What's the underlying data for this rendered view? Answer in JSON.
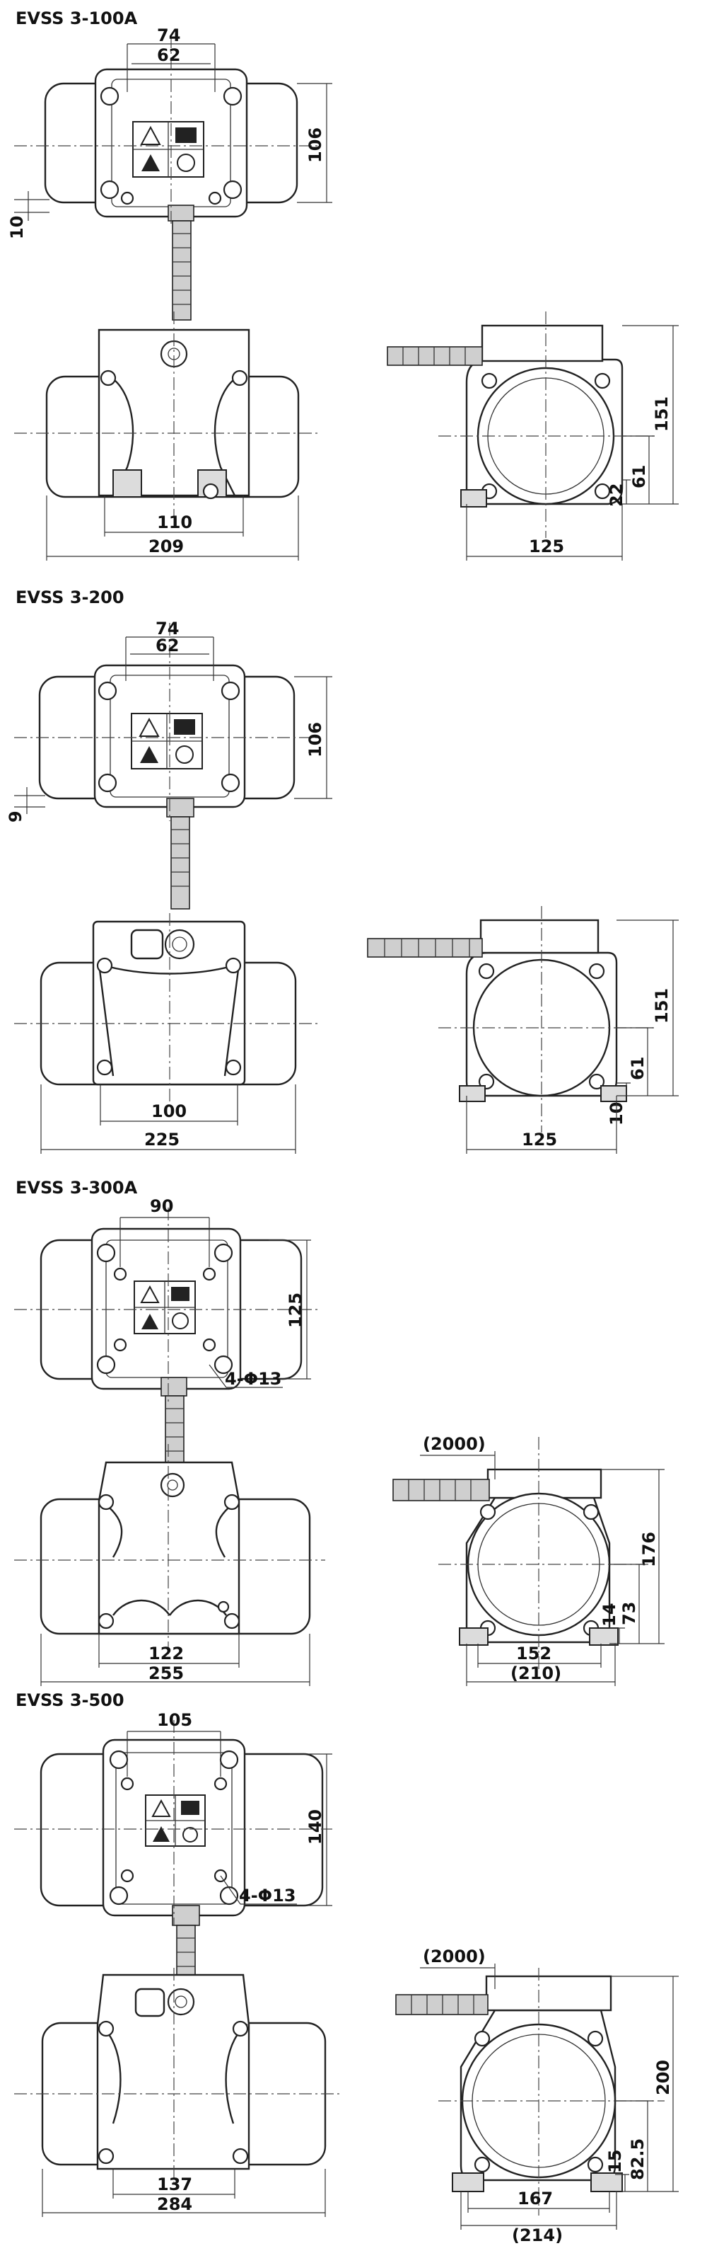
{
  "sections": [
    {
      "model": "EVSS 3-100A",
      "top_view": {
        "dims": [
          "74",
          "62",
          "106",
          "10"
        ]
      },
      "side_view": {
        "dims": [
          "110",
          "209"
        ]
      },
      "end_view": {
        "dims": [
          "151",
          "61",
          "22",
          "125"
        ]
      }
    },
    {
      "model": "EVSS 3-200",
      "top_view": {
        "dims": [
          "74",
          "62",
          "106",
          "9"
        ]
      },
      "side_view": {
        "dims": [
          "100",
          "225"
        ]
      },
      "end_view": {
        "dims": [
          "151",
          "61",
          "10",
          "125"
        ]
      }
    },
    {
      "model": "EVSS 3-300A",
      "top_view": {
        "dims": [
          "90",
          "125"
        ],
        "callout": "4-Φ13"
      },
      "side_view": {
        "dims": [
          "122",
          "255"
        ]
      },
      "end_view": {
        "dims": [
          "(2000)",
          "176",
          "14",
          "73",
          "152",
          "(210)"
        ]
      }
    },
    {
      "model": "EVSS 3-500",
      "top_view": {
        "dims": [
          "105",
          "140"
        ],
        "callout": "4-Φ13"
      },
      "side_view": {
        "dims": [
          "137",
          "284"
        ]
      },
      "end_view": {
        "dims": [
          "(2000)",
          "200",
          "15",
          "82.5",
          "167",
          "(214)"
        ]
      }
    }
  ]
}
